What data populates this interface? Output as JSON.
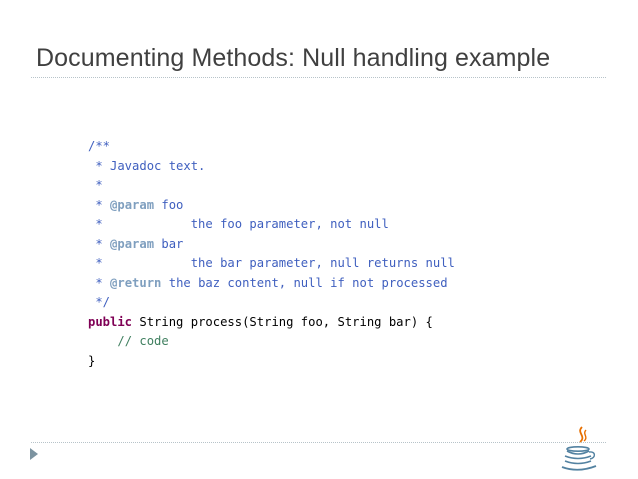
{
  "slide": {
    "title": "Documenting Methods: Null handling example"
  },
  "code": {
    "l1": "/**",
    "l2": " * Javadoc text.",
    "l3": " *",
    "l4_prefix": " * ",
    "l4_tag": "@param",
    "l4_text": " foo",
    "l5": " *            the foo parameter, not null",
    "l6_prefix": " * ",
    "l6_tag": "@param",
    "l6_text": " bar",
    "l7": " *            the bar parameter, null returns null",
    "l8_prefix": " * ",
    "l8_tag": "@return",
    "l8_text": " the baz content, null if not processed",
    "l9": " */",
    "l10_kw": "public",
    "l10_text": " String process(String foo, String bar) {",
    "l11_indent": "    ",
    "l11_comment": "// code",
    "l12": "}"
  },
  "icons": {
    "nav": "play-arrow-icon",
    "logo": "java-cup-logo"
  },
  "colors": {
    "title": "#404040",
    "javadoc": "#3f5fbf",
    "javadoc_tag": "#7f9fbf",
    "keyword": "#7f0055",
    "line_comment": "#3f7f5f",
    "rule": "#b7c3c9"
  }
}
